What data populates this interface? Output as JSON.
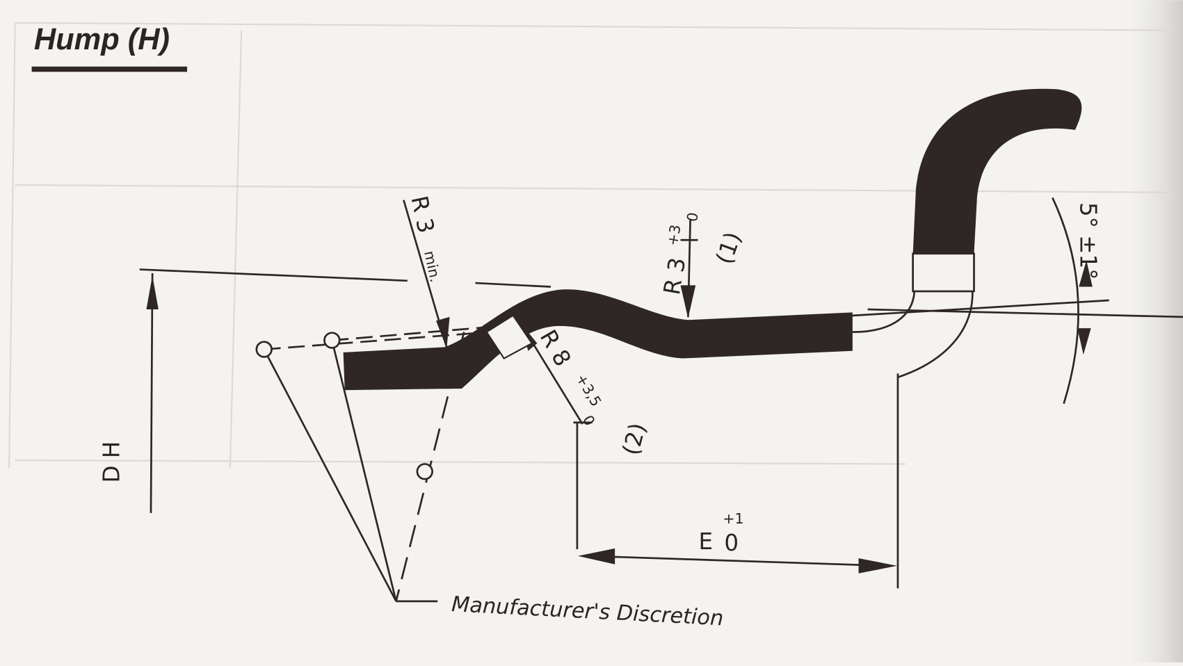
{
  "title": "Hump (H)",
  "labels": {
    "dh": "D H",
    "r3min_r": "R 3",
    "r3min_min": "min.",
    "r3_r": "R 3",
    "r3_tol_plus": "+3",
    "r3_tol_zero": "0",
    "note1": "(1)",
    "r8_r": "R 8",
    "r8_tol_plus": "+3,5",
    "r8_tol_zero": "0",
    "note2": "(2)",
    "e": "E",
    "e_tol_plus": "+1",
    "e_tol_zero": "0",
    "angle": "5° ±1°",
    "manufacturer": "Manufacturer's Discretion"
  },
  "colors": {
    "ink": "#2f2727",
    "paper": "#f4f3f1"
  }
}
